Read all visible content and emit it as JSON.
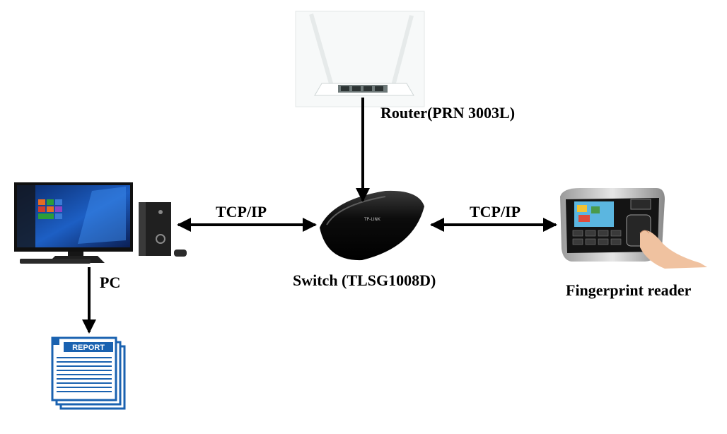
{
  "labels": {
    "router": "Router(PRN 3003L)",
    "switch": "Switch (TLSG1008D)",
    "pc": "PC",
    "fingerprint": "Fingerprint reader",
    "link_left": "TCP/IP",
    "link_right": "TCP/IP",
    "report": "REPORT"
  },
  "icons": {
    "router": "router-icon",
    "switch": "network-switch-icon",
    "pc": "desktop-computer-icon",
    "fingerprint": "fingerprint-reader-icon",
    "report": "report-document-icon"
  },
  "colors": {
    "arrow": "#000000",
    "report_blue": "#1a62b0",
    "screen_blue": "#1d5fc4"
  }
}
